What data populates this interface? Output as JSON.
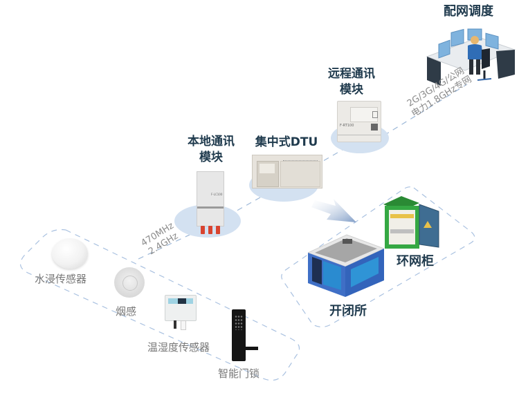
{
  "nodes": {
    "dispatch": {
      "label": "配网调度",
      "icon": "dispatch-operator-icon"
    },
    "remote_module": {
      "label_line1": "远程通讯",
      "label_line2": "模块",
      "device_text": "F-RT100",
      "icon": "remote-comm-module-icon"
    },
    "dtu": {
      "label": "集中式DTU",
      "icon": "centralized-dtu-icon"
    },
    "local_module": {
      "label_line1": "本地通讯",
      "label_line2": "模块",
      "device_text": "F-LC100",
      "icon": "local-comm-module-icon"
    },
    "ring_main_unit": {
      "label": "环网柜",
      "icon": "ring-main-unit-icon"
    },
    "switching_station": {
      "label": "开闭所",
      "icon": "switching-station-icon"
    },
    "water_sensor": {
      "label": "水浸传感器",
      "icon": "water-immersion-sensor-icon"
    },
    "smoke_sensor": {
      "label": "烟感",
      "icon": "smoke-detector-icon"
    },
    "th_sensor": {
      "label": "温湿度传感器",
      "icon": "temp-humidity-sensor-icon"
    },
    "smart_lock": {
      "label": "智能门锁",
      "icon": "smart-door-lock-icon"
    }
  },
  "links": {
    "remote_to_dispatch": {
      "line1": "2G/3G/4G/公网",
      "line2": "电力1.8GHz专网"
    },
    "local_to_sensors": {
      "line1": "470MHz",
      "line2": "2.4GHz"
    }
  },
  "colors": {
    "title_text": "#1f3a4d",
    "grey_text": "#777777",
    "dashed_line": "#9db8d8",
    "halo": "#d3e1f1",
    "building_blue": "#3a66c0",
    "cabinet_green": "#2e9a3a"
  }
}
